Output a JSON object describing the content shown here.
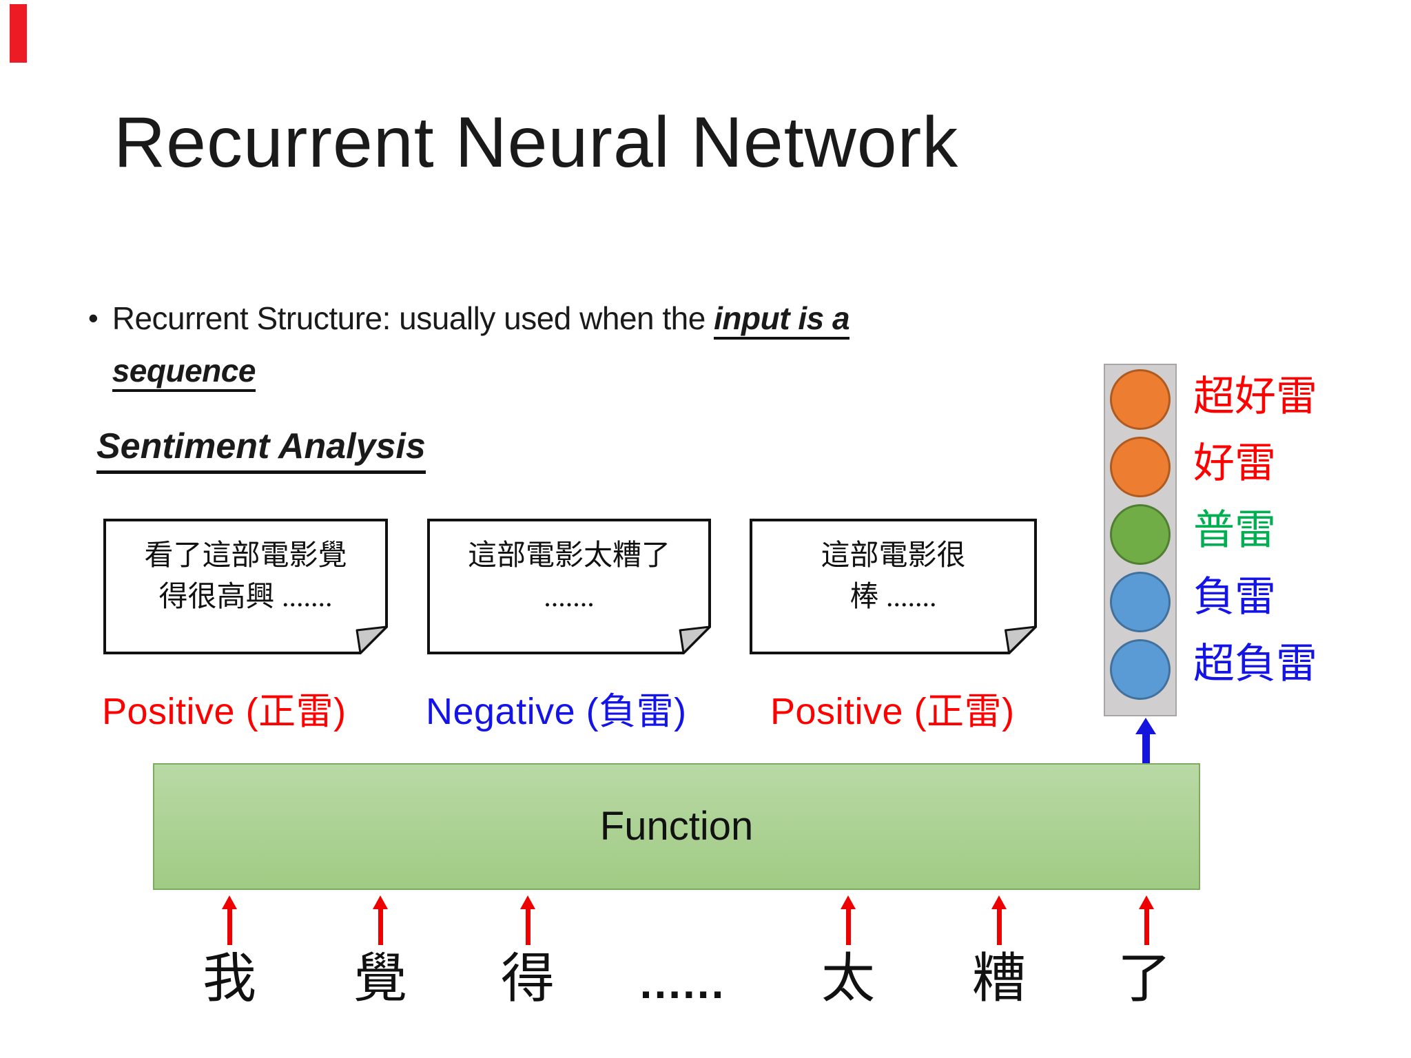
{
  "slide": {
    "marker_color": "#ED1C24",
    "title": "Recurrent Neural Network",
    "bullet": {
      "glyph": "•",
      "text": "Recurrent Structure: usually used when the ",
      "emphasis_inline": "input is a",
      "emphasis_line2": "sequence"
    },
    "section_heading": "Sentiment Analysis",
    "notes": [
      {
        "line1": "看了這部電影覺",
        "line2": "得很高興 .......",
        "sentiment": "Positive (正雷)",
        "sentiment_color": "#FF0000"
      },
      {
        "line1": "這部電影太糟了",
        "line2": ".......",
        "sentiment": "Negative (負雷)",
        "sentiment_color": "#1414E6"
      },
      {
        "line1": "這部電影很",
        "line2": "棒 .......",
        "sentiment": "Positive (正雷)",
        "sentiment_color": "#FF0000"
      }
    ],
    "rating_scale": {
      "column_bg": "#D0CECE",
      "column_border": "#A6A6A6",
      "items": [
        {
          "label": "超好雷",
          "label_color": "#FF0000",
          "circle_fill": "#ED7D31",
          "circle_border": "#AE5A21"
        },
        {
          "label": "好雷",
          "label_color": "#FF0000",
          "circle_fill": "#ED7D31",
          "circle_border": "#AE5A21"
        },
        {
          "label": "普雷",
          "label_color": "#00B050",
          "circle_fill": "#70AD47",
          "circle_border": "#507E32"
        },
        {
          "label": "負雷",
          "label_color": "#1414E6",
          "circle_fill": "#5B9BD5",
          "circle_border": "#41719C"
        },
        {
          "label": "超負雷",
          "label_color": "#1414E6",
          "circle_fill": "#5B9BD5",
          "circle_border": "#41719C"
        }
      ]
    },
    "function_box": {
      "label": "Function",
      "fill_top": "#B9D9A5",
      "fill_bottom": "#A0CB84",
      "border": "#7FA861"
    },
    "arrows": {
      "input_color": "#EE0000",
      "output_color": "#1414DD"
    },
    "input_tokens": [
      "我",
      "覺",
      "得",
      "......",
      "太",
      "糟",
      "了"
    ]
  }
}
